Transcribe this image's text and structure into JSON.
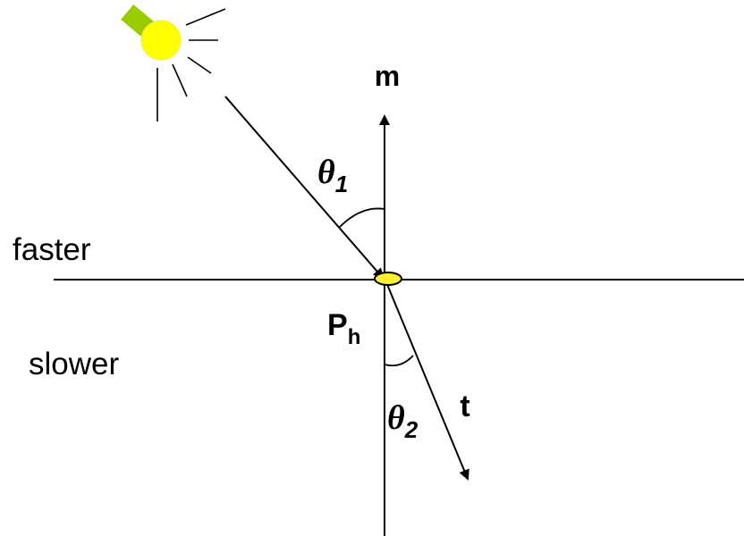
{
  "labels": {
    "normal": "m",
    "transmitted": "t",
    "hit_point": "P",
    "hit_point_sub": "h",
    "upper_medium": "faster",
    "lower_medium": "slower",
    "angle1_symbol": "θ",
    "angle1_sub": "1",
    "angle2_symbol": "θ",
    "angle2_sub": "2"
  },
  "colors": {
    "sun": "#ffff00",
    "sun_glow": "#eeee44",
    "lamp_base": "#99cc00",
    "hit_point": "#ffee33",
    "lines": "#000000"
  },
  "icons": {
    "light_source": "sun-icon"
  }
}
